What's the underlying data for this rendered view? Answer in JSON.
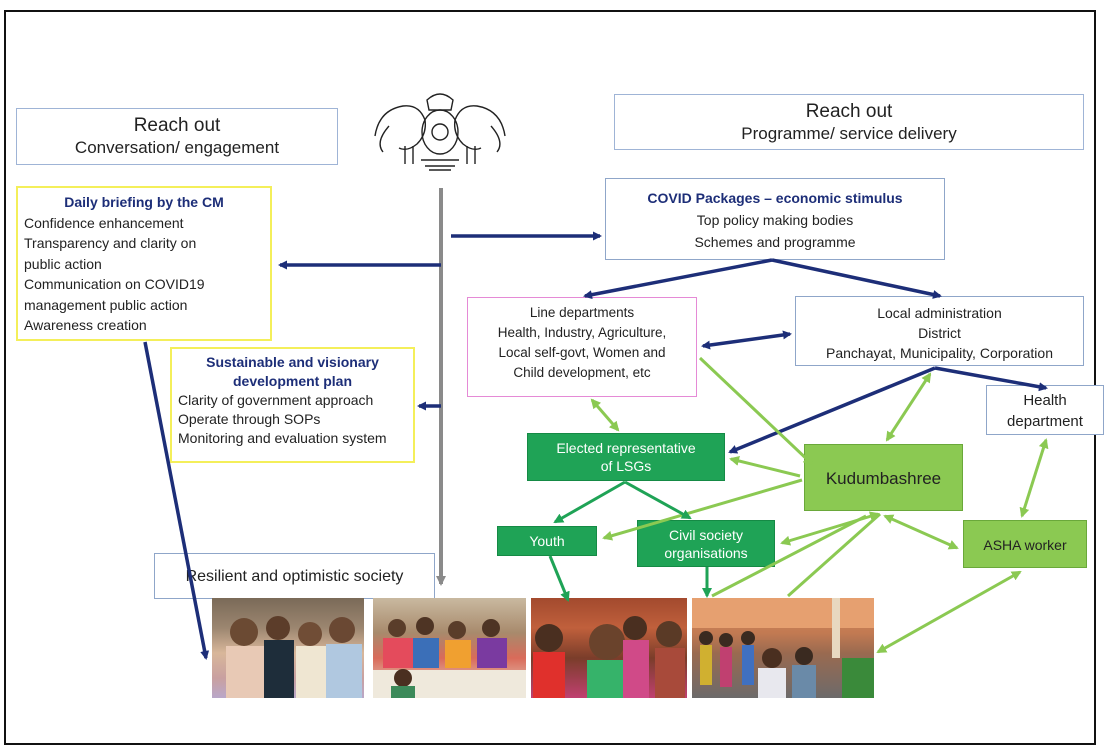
{
  "header_left": {
    "line1": "Reach out",
    "line2": "Conversation/ engagement"
  },
  "header_right": {
    "line1": "Reach out",
    "line2": "Programme/ service delivery"
  },
  "daily_briefing": {
    "title": "Daily briefing by the CM",
    "items": [
      "Confidence enhancement",
      "Transparency and clarity on",
      "public action",
      "Communication on COVID19",
      "management public action",
      "Awareness creation"
    ]
  },
  "development_plan": {
    "title_line1": "Sustainable and visionary",
    "title_line2": "development plan",
    "items": [
      "Clarity of government approach",
      "Operate through SOPs",
      "Monitoring and evaluation system"
    ]
  },
  "covid_packages": {
    "title": "COVID Packages – economic stimulus",
    "line2": "Top policy making bodies",
    "line3": "Schemes and programme"
  },
  "line_departments": {
    "line1": "Line departments",
    "line2": "Health, Industry, Agriculture,",
    "line3": "Local self-govt, Women and",
    "line4": "Child development, etc"
  },
  "local_admin": {
    "line1": "Local administration",
    "line2": "District",
    "line3": "Panchayat, Municipality, Corporation"
  },
  "health_department": {
    "line1": "Health",
    "line2": "department"
  },
  "elected_rep": {
    "line1": "Elected representative",
    "line2": "of LSGs"
  },
  "kudumbashree": "Kudumbashree",
  "youth": "Youth",
  "civil_society": {
    "line1": "Civil society",
    "line2": "organisations"
  },
  "asha_worker": "ASHA worker",
  "resilient_society": "Resilient and optimistic society",
  "colors": {
    "dark_arrow": "#1d2e78",
    "light_arrow": "#8bc952",
    "dark_green": "#1fa356",
    "light_green": "#8bc952",
    "yellow_border": "#f4ef5a",
    "pink_border": "#e58ad6"
  },
  "icons": [
    "state-emblem-icon"
  ]
}
